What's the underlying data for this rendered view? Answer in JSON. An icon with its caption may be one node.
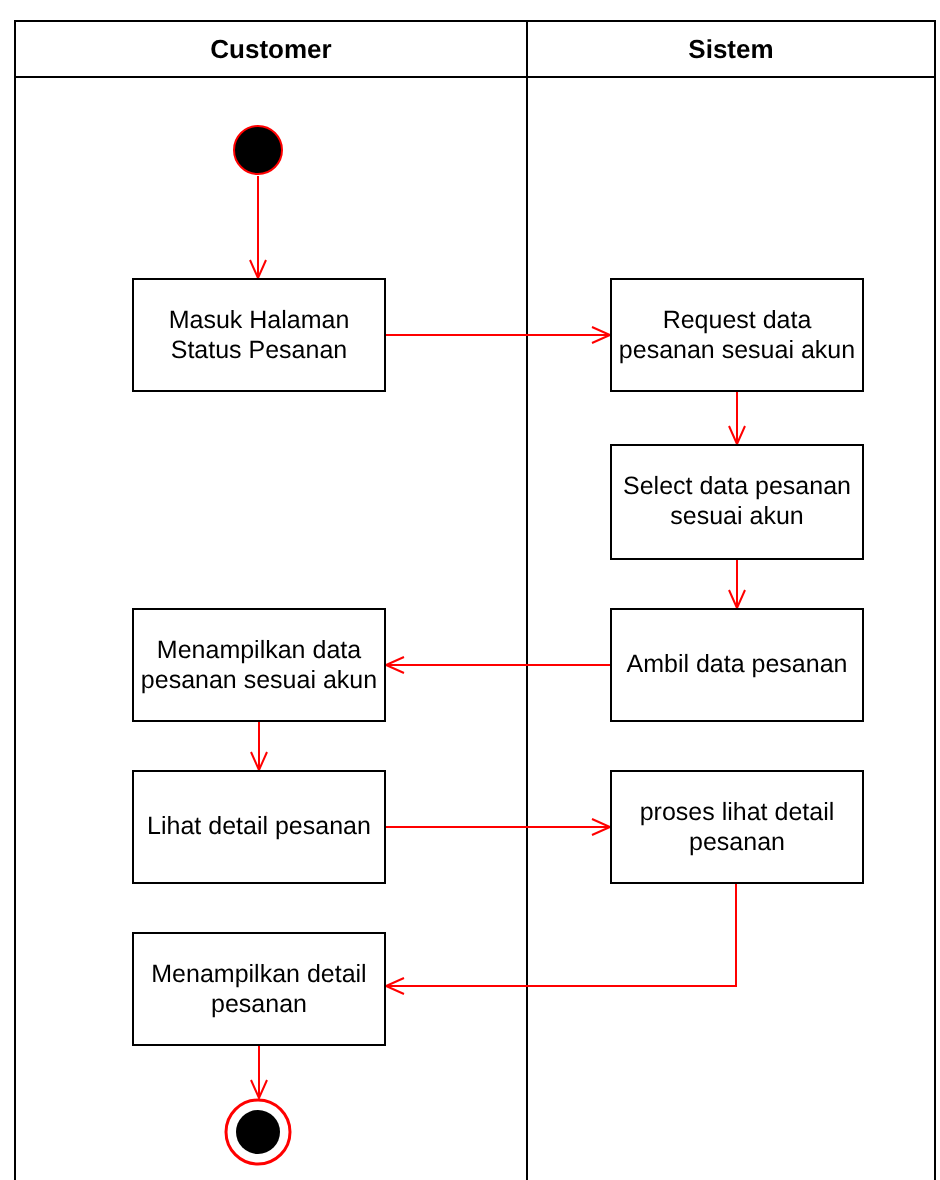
{
  "diagram": {
    "nodes": [
      {
        "text": [
          "Customer"
        ]
      },
      {
        "text": [
          "Sistem"
        ]
      },
      {
        "text": [],
        "shape": "circle",
        "in": 0
      },
      {
        "text": [
          "Masuk Halaman Status Pesanan"
        ],
        "in": 0
      },
      {
        "text": [
          "Request data pesanan sesuai akun"
        ],
        "in": 1
      },
      {
        "text": [
          "Select data pesanan sesuai akun"
        ],
        "in": 1
      },
      {
        "text": [
          "Menampilkan data pesanan sesuai akun"
        ],
        "in": 0
      },
      {
        "text": [
          "Ambil data pesanan"
        ],
        "in": 1
      },
      {
        "text": [
          "Lihat detail pesanan"
        ],
        "in": 0
      },
      {
        "text": [
          "proses lihat detail pesanan"
        ],
        "in": 1
      },
      {
        "text": [
          "Menampilkan detail pesanan"
        ],
        "in": 0
      },
      {
        "text": [],
        "shape": "bullseye",
        "in": 0
      }
    ],
    "edges": [
      {
        "from": 2,
        "to": 3,
        "arrow": "to"
      },
      {
        "from": 3,
        "to": 4,
        "arrow": "to"
      },
      {
        "from": 4,
        "to": 5,
        "arrow": "to"
      },
      {
        "from": 5,
        "to": 7,
        "arrow": "to"
      },
      {
        "from": 7,
        "to": 6,
        "arrow": "to"
      },
      {
        "from": 6,
        "to": 8,
        "arrow": "to"
      },
      {
        "from": 8,
        "to": 9,
        "arrow": "to"
      },
      {
        "from": 9,
        "to": 10,
        "arrow": "to"
      },
      {
        "from": 10,
        "to": 11,
        "arrow": "to"
      }
    ]
  }
}
